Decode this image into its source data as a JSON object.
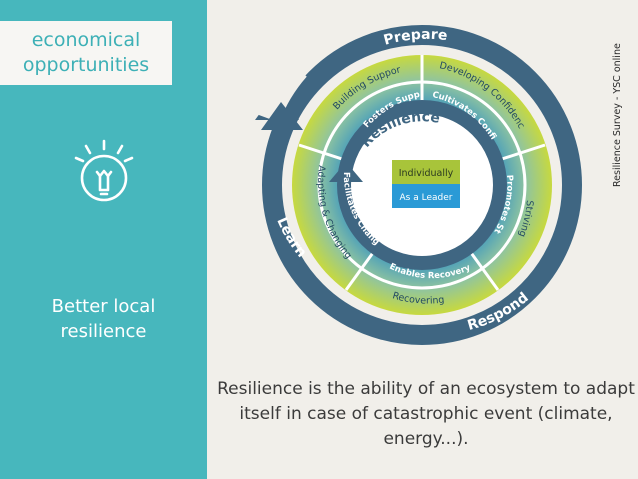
{
  "sidebar": {
    "tag": "economical\nopportunities",
    "icon": "lightbulb-icon",
    "subtitle": "Better local\nresilience",
    "color": "#47b7bd"
  },
  "diagram": {
    "outer_phases": [
      "Prepare",
      "Respond",
      "Learn"
    ],
    "middle_segments": [
      "Developing Confidence",
      "Striving",
      "Recovering",
      "Adapting & Changing",
      "Building Support"
    ],
    "inner_segments": [
      "Cultivates Confidence",
      "Promotes Striving",
      "Enables Recovery",
      "Facilitates Change",
      "Fosters Support"
    ],
    "center_title": "Resilience",
    "center_top": "Individually",
    "center_bottom": "As a Leader",
    "colors": {
      "ring_dark": "#3f6682",
      "segment_blue": "#2d8ec6",
      "segment_green": "#b5cf3b",
      "center_green": "#a8c43a",
      "center_blue": "#2a9ad6"
    }
  },
  "caption": "Resilience is the ability of an ecosystem to adapt itself in case of catastrophic event (climate, energy...).",
  "credit": "Resilience Survey - YSC online"
}
